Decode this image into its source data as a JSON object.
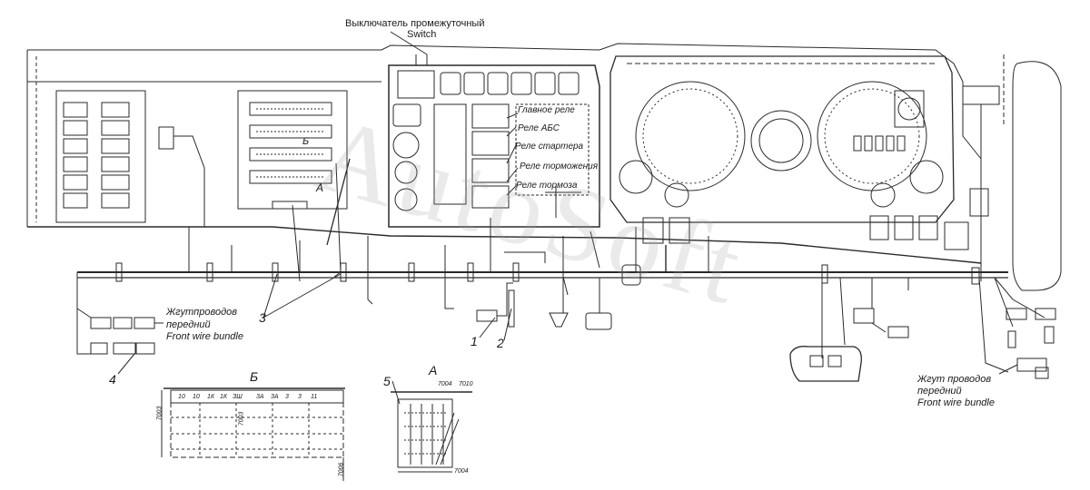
{
  "labels": {
    "switch_ru": "Выключатель промежуточный",
    "switch_en": "Switch",
    "main_relay": "Главное реле",
    "abs_relay": "Реле АБС",
    "starter_relay": "Реле стартера",
    "brake_relay": "Реле торможения",
    "parking_brake_relay": "Реле тормоза",
    "front_bundle_left_ru_1": "Жгутпроводов",
    "front_bundle_left_ru_2": "передний",
    "front_bundle_left_en": "Front wire bundle",
    "front_bundle_right_ru_1": "Жгут проводов",
    "front_bundle_right_ru_2": "передний",
    "front_bundle_right_en": "Front wire bundle"
  },
  "callouts": {
    "n1": "1",
    "n2": "2",
    "n3": "3",
    "n4": "4",
    "n5": "5",
    "view_a_small": "A",
    "view_b_small": "Б"
  },
  "details": {
    "b_title": "Б",
    "a_title": "A",
    "b_row": [
      "10",
      "10",
      "1К",
      "1К",
      "ЗШ",
      "3А",
      "3А",
      "3",
      "3",
      "11"
    ],
    "b_side_1": "7003",
    "b_side_2": "7003",
    "b_side_3": "7006",
    "a_top_1": "7004",
    "a_top_2": "7010",
    "a_bottom": "7004"
  },
  "watermark": "AutoSoft"
}
